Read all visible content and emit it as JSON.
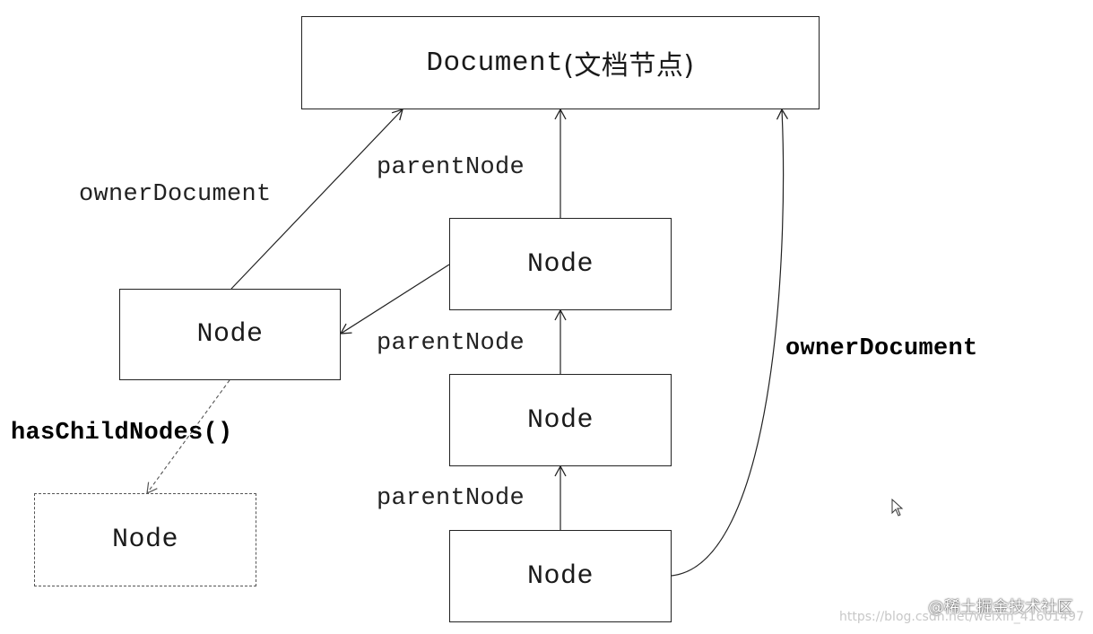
{
  "document_node": {
    "label": "Document",
    "note": "(文档节点)"
  },
  "nodes": {
    "left": "Node",
    "child_dashed": "Node",
    "chain_top": "Node",
    "chain_middle": "Node",
    "chain_bottom": "Node"
  },
  "edge_labels": {
    "owner_document_left": "ownerDocument",
    "parent_node_top": "parentNode",
    "parent_node_middle": "parentNode",
    "parent_node_bottom": "parentNode",
    "has_child_nodes": "hasChildNodes()",
    "owner_document_right": "ownerDocument"
  },
  "watermark": {
    "brand": "@稀土掘金技术社区",
    "url": "https://blog.csdn.net/weixin_41601497"
  },
  "colors": {
    "line": "#222222",
    "dashed_line": "#555555",
    "background": "#ffffff"
  }
}
